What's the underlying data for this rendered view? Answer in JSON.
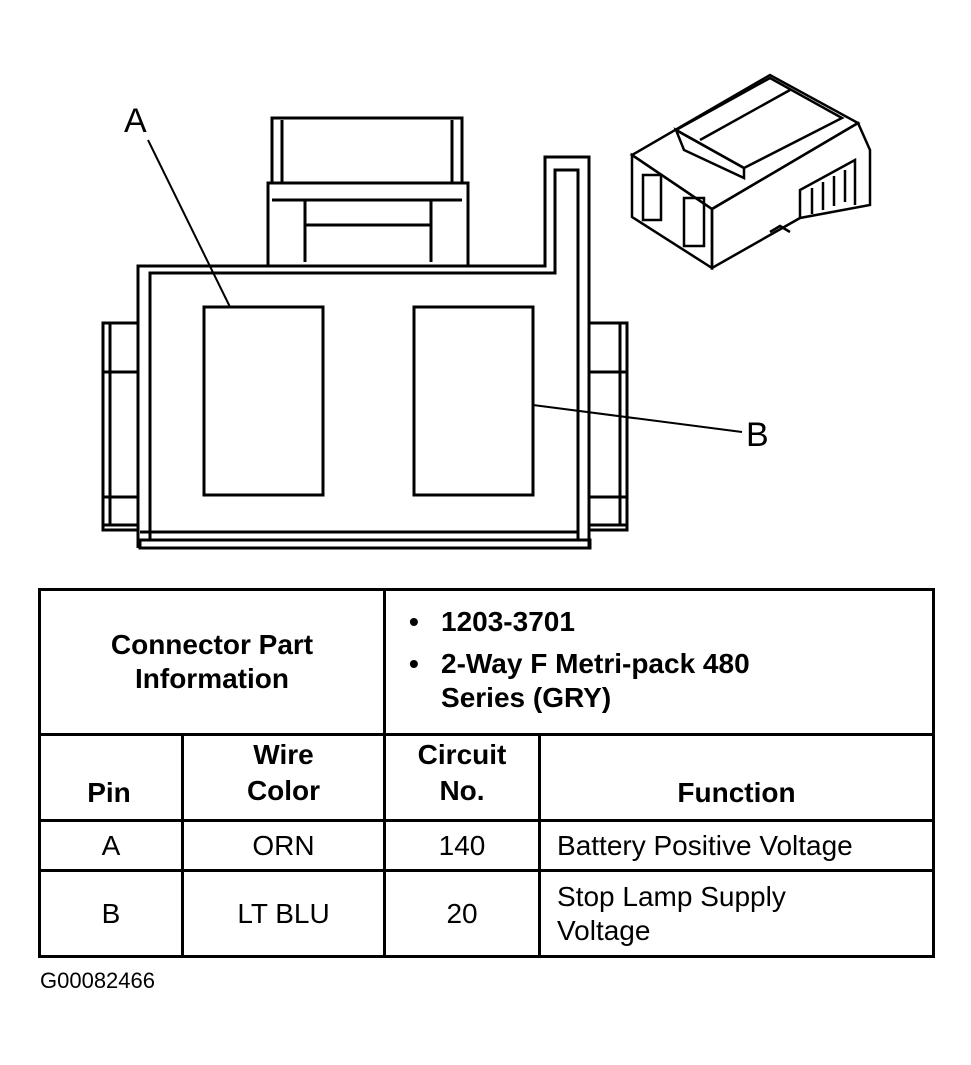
{
  "callouts": {
    "a": "A",
    "b": "B"
  },
  "connector_info": {
    "heading": "Connector Part Information",
    "items": [
      "1203-3701",
      "2-Way F Metri-pack 480 Series (GRY)"
    ]
  },
  "columns": {
    "pin": "Pin",
    "wire_color": "Wire Color",
    "circuit_no": "Circuit No.",
    "function": "Function"
  },
  "rows": [
    {
      "pin": "A",
      "wire_color": "ORN",
      "circuit": "140",
      "function": "Battery Positive Voltage"
    },
    {
      "pin": "B",
      "wire_color": "LT BLU",
      "circuit": "20",
      "function": "Stop Lamp Supply Voltage"
    }
  ],
  "figure_id": "G00082466"
}
